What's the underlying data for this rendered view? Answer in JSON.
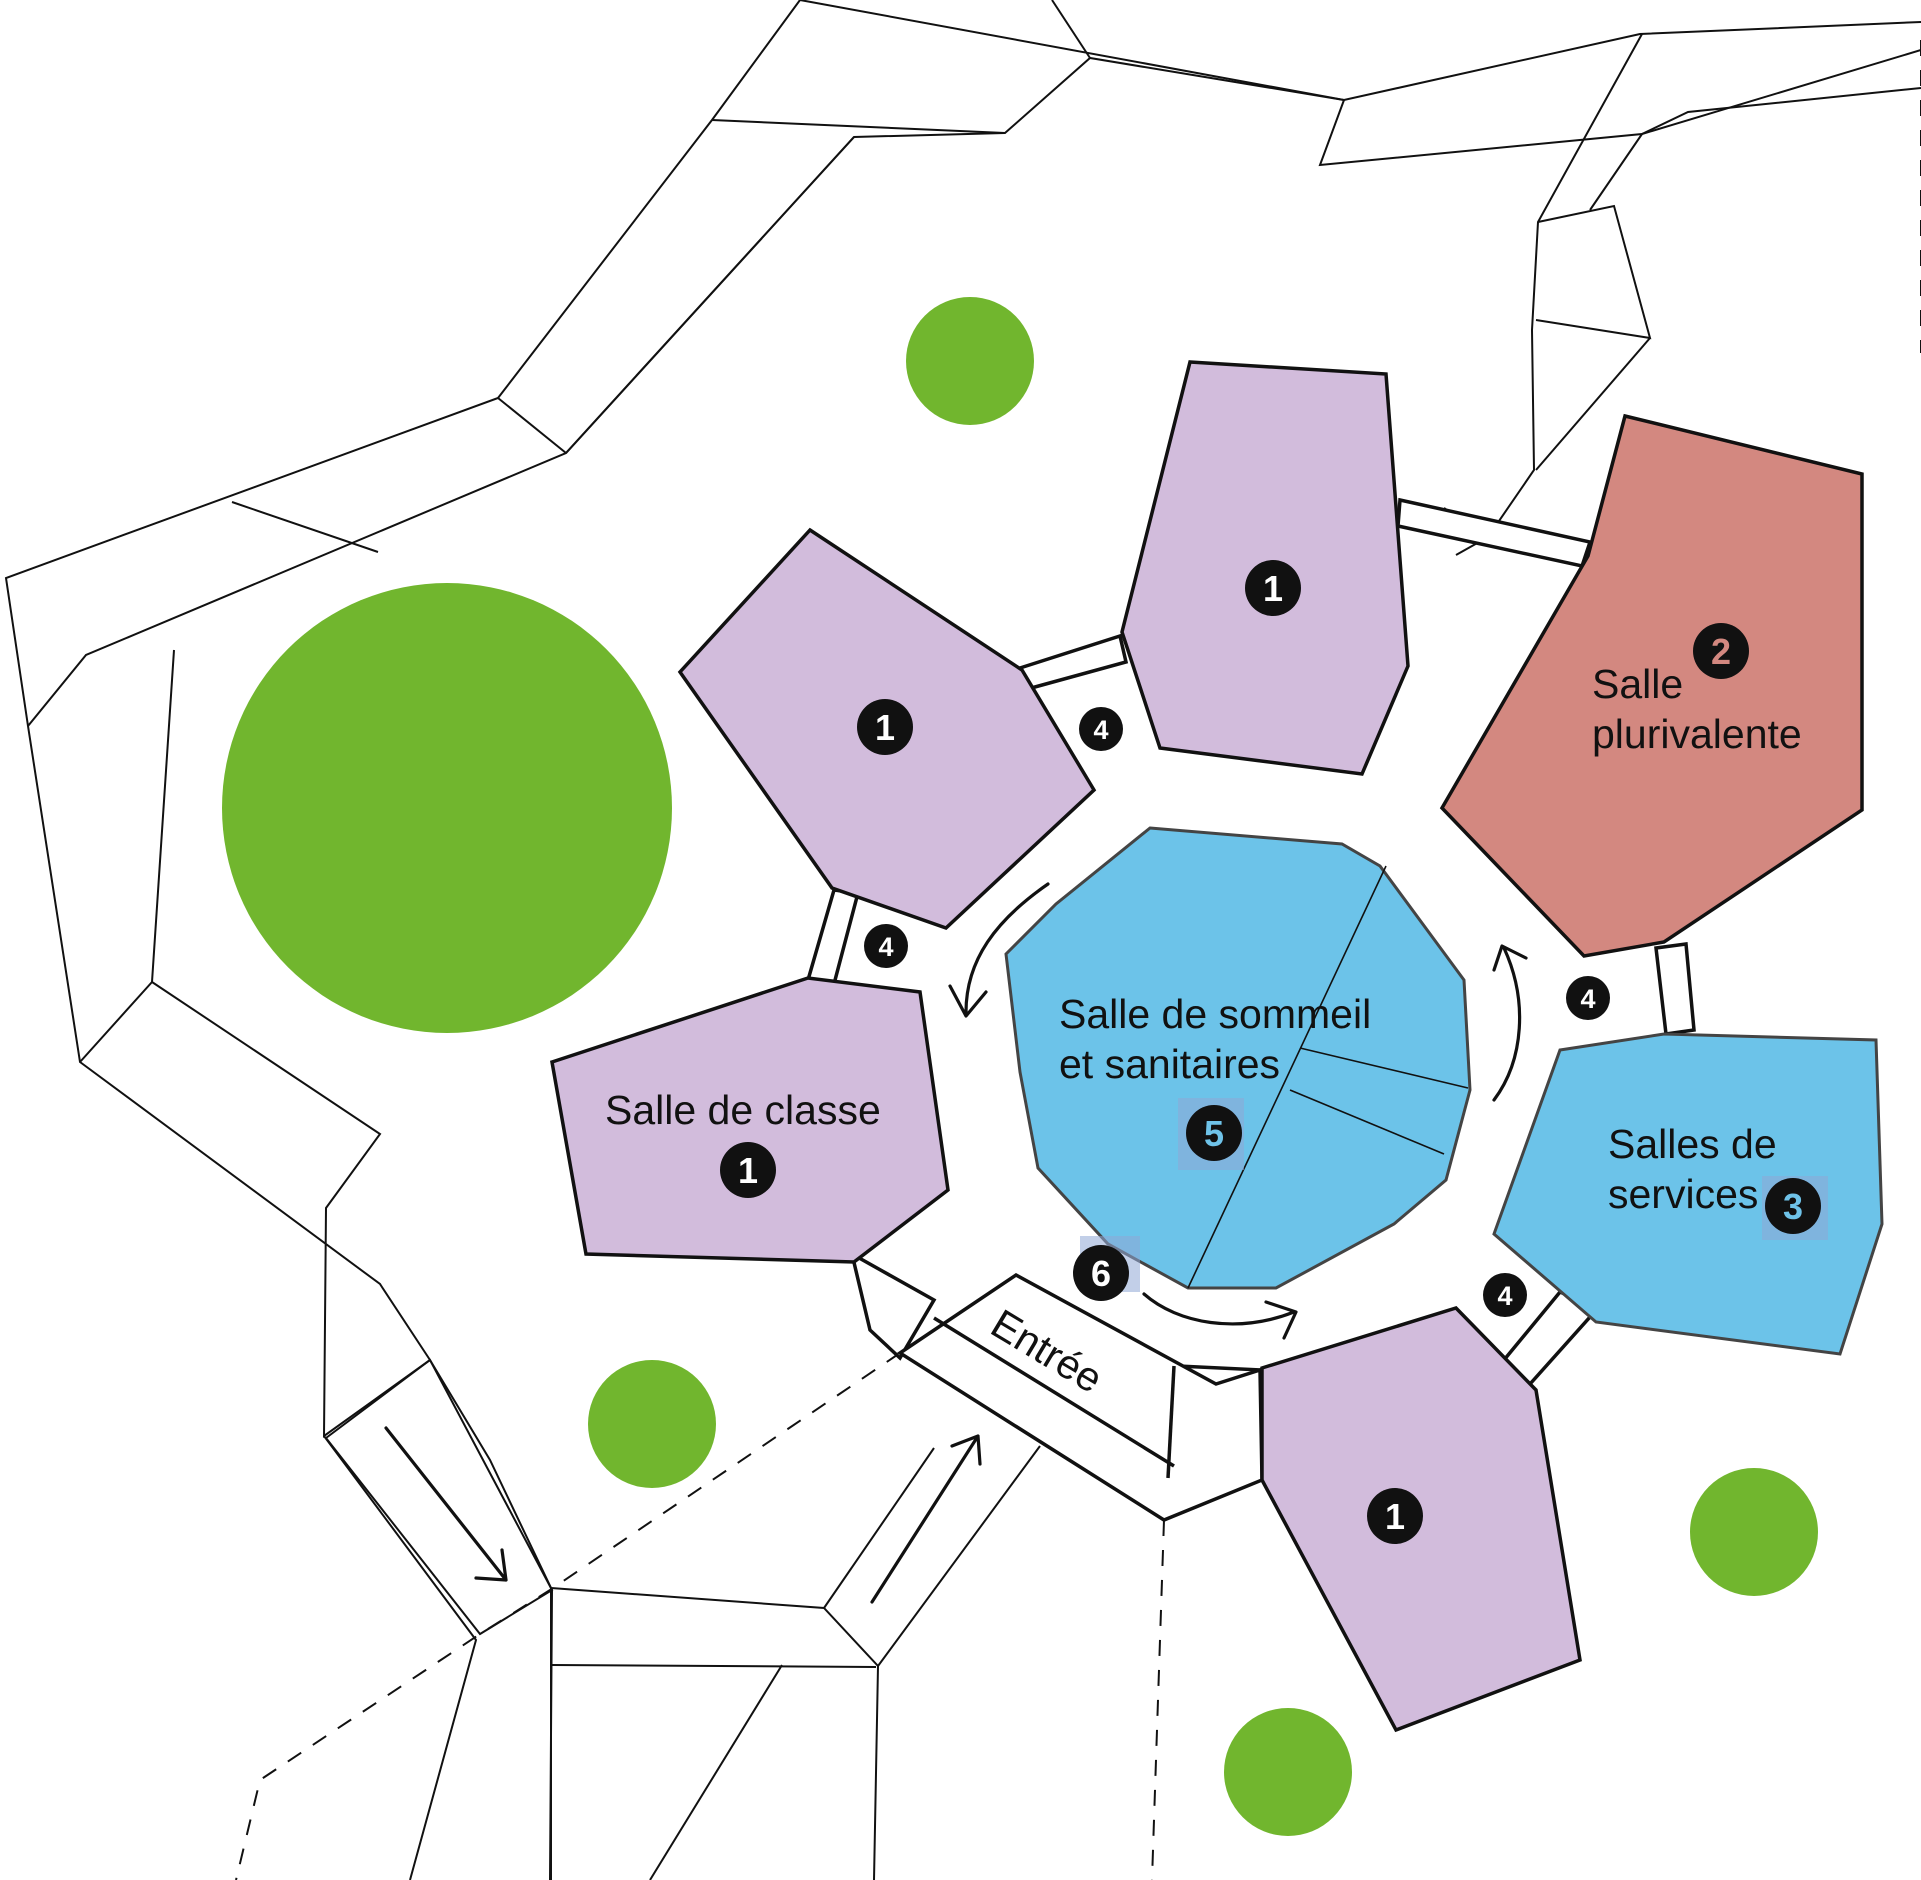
{
  "labels": {
    "classroom": "Salle de classe",
    "multipurpose_line1": "Salle",
    "multipurpose_line2": "plurivalente",
    "sleep_line1": "Salle de sommeil",
    "sleep_line2": "et sanitaires",
    "services_line1": "Salles de",
    "services_line2": "services",
    "entrance": "Entrée"
  },
  "markers": {
    "one": "1",
    "two": "2",
    "three": "3",
    "four": "4",
    "five": "5",
    "six": "6"
  },
  "colors": {
    "classroom": "#d2bcdc",
    "multipurpose": "#d38880",
    "services": "#6cc3e9",
    "tree": "#71b62e"
  }
}
